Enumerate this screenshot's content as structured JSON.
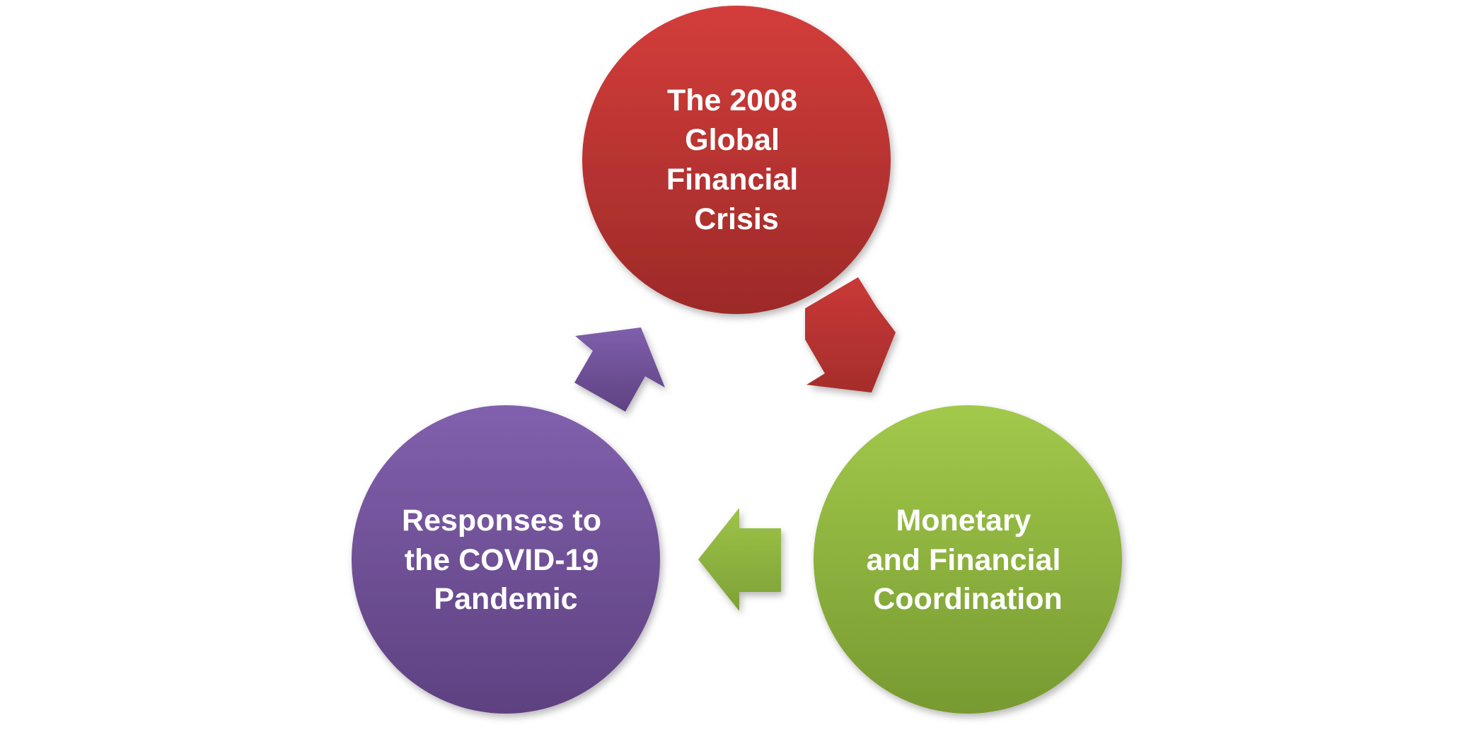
{
  "diagram": {
    "type": "cycle",
    "nodes": [
      {
        "id": "crisis",
        "lines": [
          "The 2008",
          "Global",
          "Financial",
          "Crisis"
        ],
        "color_top": "#d33d3b",
        "color_bottom": "#9d2a28"
      },
      {
        "id": "coordination",
        "lines": [
          "Monetary",
          "and Financial",
          "Coordination"
        ],
        "color_top": "#a2c94b",
        "color_bottom": "#779a31"
      },
      {
        "id": "covid",
        "lines": [
          "Responses to",
          "the COVID-19",
          "Pandemic"
        ],
        "color_top": "#8160ad",
        "color_bottom": "#5e4180"
      }
    ],
    "arrows": [
      {
        "from": "crisis",
        "to": "coordination",
        "color_top": "#c93937",
        "color_bottom": "#a52d2b"
      },
      {
        "from": "coordination",
        "to": "covid",
        "color_top": "#9cc348",
        "color_bottom": "#7ea136"
      },
      {
        "from": "covid",
        "to": "crisis",
        "color_top": "#7f5fab",
        "color_bottom": "#5f4282"
      }
    ]
  }
}
